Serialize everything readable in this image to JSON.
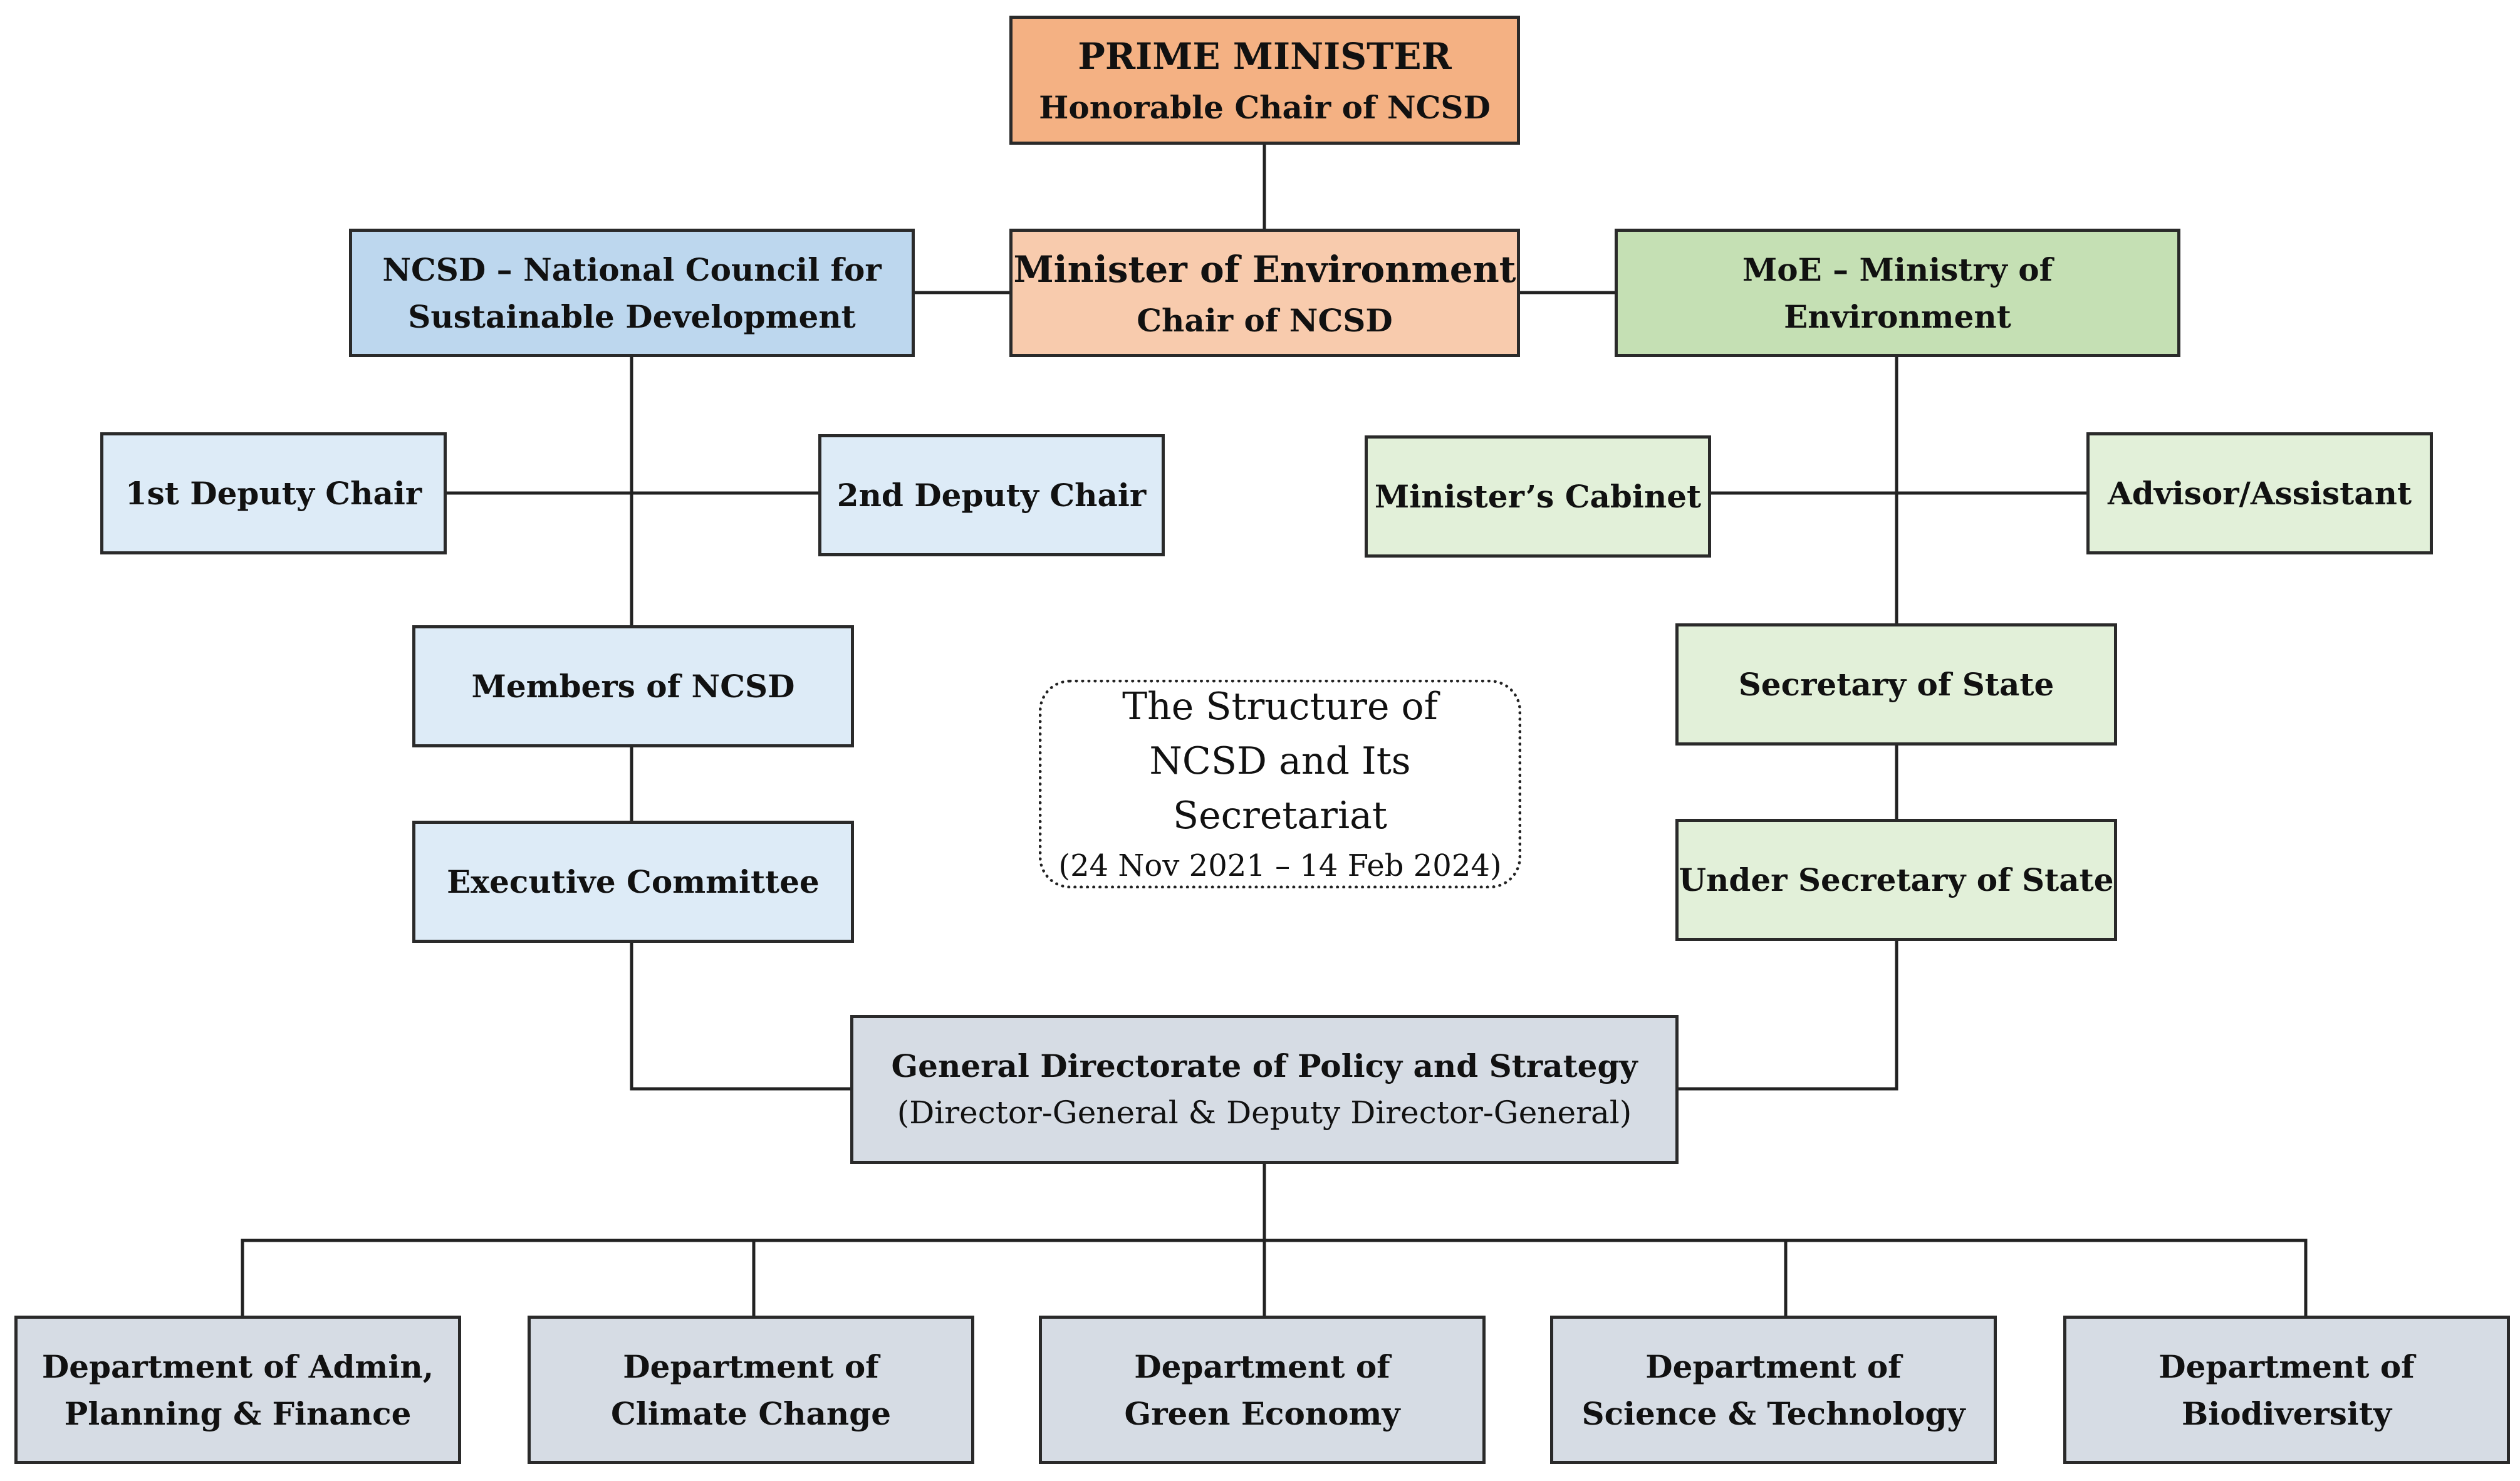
{
  "nodes": {
    "prime_minister": {
      "line1": "PRIME MINISTER",
      "line2": "Honorable Chair of NCSD"
    },
    "minister_env": {
      "line1": "Minister of Environment",
      "line2": "Chair of NCSD"
    },
    "ncsd": {
      "line1": "NCSD – National Council for",
      "line2": "Sustainable Development"
    },
    "moe": {
      "line1": "MoE – Ministry of",
      "line2": "Environment"
    },
    "deputy1": {
      "line1": "1st Deputy Chair"
    },
    "deputy2": {
      "line1": "2nd Deputy Chair"
    },
    "cabinet": {
      "line1": "Minister’s Cabinet"
    },
    "advisor": {
      "line1": "Advisor/Assistant"
    },
    "members": {
      "line1": "Members of NCSD"
    },
    "exec": {
      "line1": "Executive Committee"
    },
    "secretary": {
      "line1": "Secretary of State"
    },
    "under_secretary": {
      "line1": "Under Secretary of State"
    },
    "gdps": {
      "line1": "General Directorate of Policy and Strategy",
      "line2": "(Director-General & Deputy Director-General)"
    },
    "dept_admin": {
      "line1": "Department of Admin,",
      "line2": "Planning & Finance"
    },
    "dept_climate": {
      "line1": "Department of",
      "line2": "Climate Change"
    },
    "dept_green": {
      "line1": "Department of",
      "line2": "Green Economy"
    },
    "dept_science": {
      "line1": "Department of",
      "line2": "Science & Technology"
    },
    "dept_bio": {
      "line1": "Department of",
      "line2": "Biodiversity"
    }
  },
  "note": {
    "line1": "The Structure of",
    "line2": "NCSD and Its Secretariat",
    "line3": "(24 Nov 2021 – 14 Feb 2024)"
  },
  "colors": {
    "prime_minister": "#f4b183",
    "minister": "#f8cbad",
    "ncsd_header": "#bdd7ee",
    "ncsd_units": "#ddebf7",
    "moe_header": "#c5e0b4",
    "moe_units": "#e2f0d9",
    "departments": "#d6dce4",
    "line": "#222222"
  }
}
